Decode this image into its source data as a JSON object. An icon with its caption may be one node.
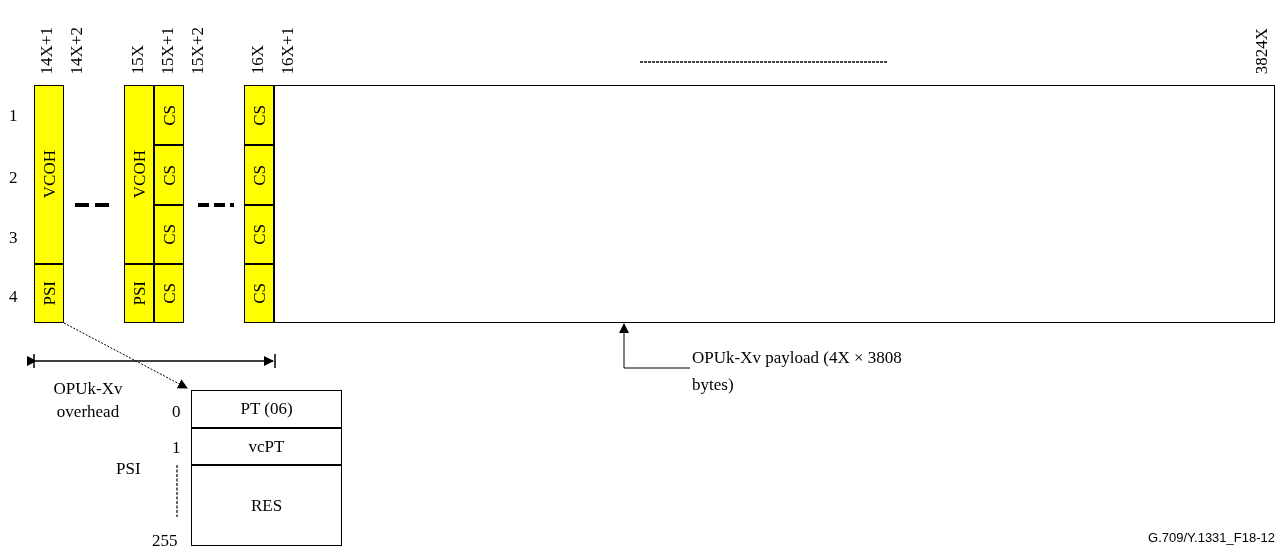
{
  "diagram": {
    "nodes": [
      {
        "text": [
          "VCOH"
        ]
      },
      {
        "text": [
          "PSI"
        ]
      },
      {
        "text": [
          "VCOH"
        ]
      },
      {
        "text": [
          "PSI"
        ]
      },
      {
        "text": [
          "CS"
        ]
      },
      {
        "text": [
          "CS"
        ]
      },
      {
        "text": [
          "CS"
        ]
      },
      {
        "text": [
          "CS"
        ]
      },
      {
        "text": [
          "CS"
        ]
      },
      {
        "text": [
          "CS"
        ]
      },
      {
        "text": [
          "CS"
        ]
      },
      {
        "text": [
          "CS"
        ]
      },
      {
        "text": [],
        "shape": "box"
      },
      {
        "text": [
          "OPUk-Xv payload (4X × 3808 bytes)"
        ]
      },
      {
        "text": [
          "PT (06)"
        ]
      },
      {
        "text": [
          "vcPT"
        ]
      },
      {
        "text": [
          "RES"
        ]
      }
    ],
    "edges": [
      {
        "from": 1,
        "to": 14,
        "arrow": "to",
        "style": "dashed"
      },
      {
        "from": 13,
        "to": 12,
        "arrow": "to"
      }
    ],
    "labels": [
      "14X+1",
      "14X+2",
      "15X",
      "15X+1",
      "15X+2",
      "16X",
      "16X+1",
      "3824X",
      "1",
      "2",
      "3",
      "4",
      "OPUk-Xv overhead",
      "0",
      "1",
      "PSI",
      "255",
      "G.709/Y.1331_F18-12"
    ]
  }
}
